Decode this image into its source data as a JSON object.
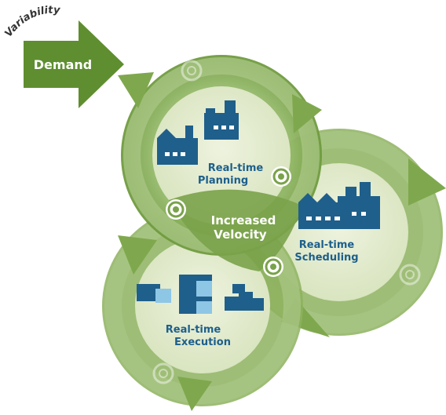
{
  "inputs": {
    "variability": "Variability",
    "demand": "Demand"
  },
  "cycles": {
    "planning": {
      "line1": "Real-time",
      "line2": "Planning"
    },
    "scheduling": {
      "line1": "Real-time",
      "line2": "Scheduling"
    },
    "execution": {
      "line1": "Real-time",
      "line2": "Execution"
    }
  },
  "center": {
    "line1": "Increased",
    "line2": "Velocity"
  },
  "colors": {
    "demand_arrow": "#5f8e30",
    "ring_dark": "#7fa84e",
    "ring_light": "#a9c786",
    "inner_fill": "#e2ebcd",
    "overlap_fill": "#7aa24a",
    "building": "#1f5f8b",
    "label_blue": "#1d5f8c",
    "label_white": "#ffffff"
  },
  "icons": {
    "planning": "factory-buildings-icon",
    "scheduling": "factory-icon",
    "execution": "inventory-boxes-icon",
    "connector": "target-rings-icon"
  }
}
